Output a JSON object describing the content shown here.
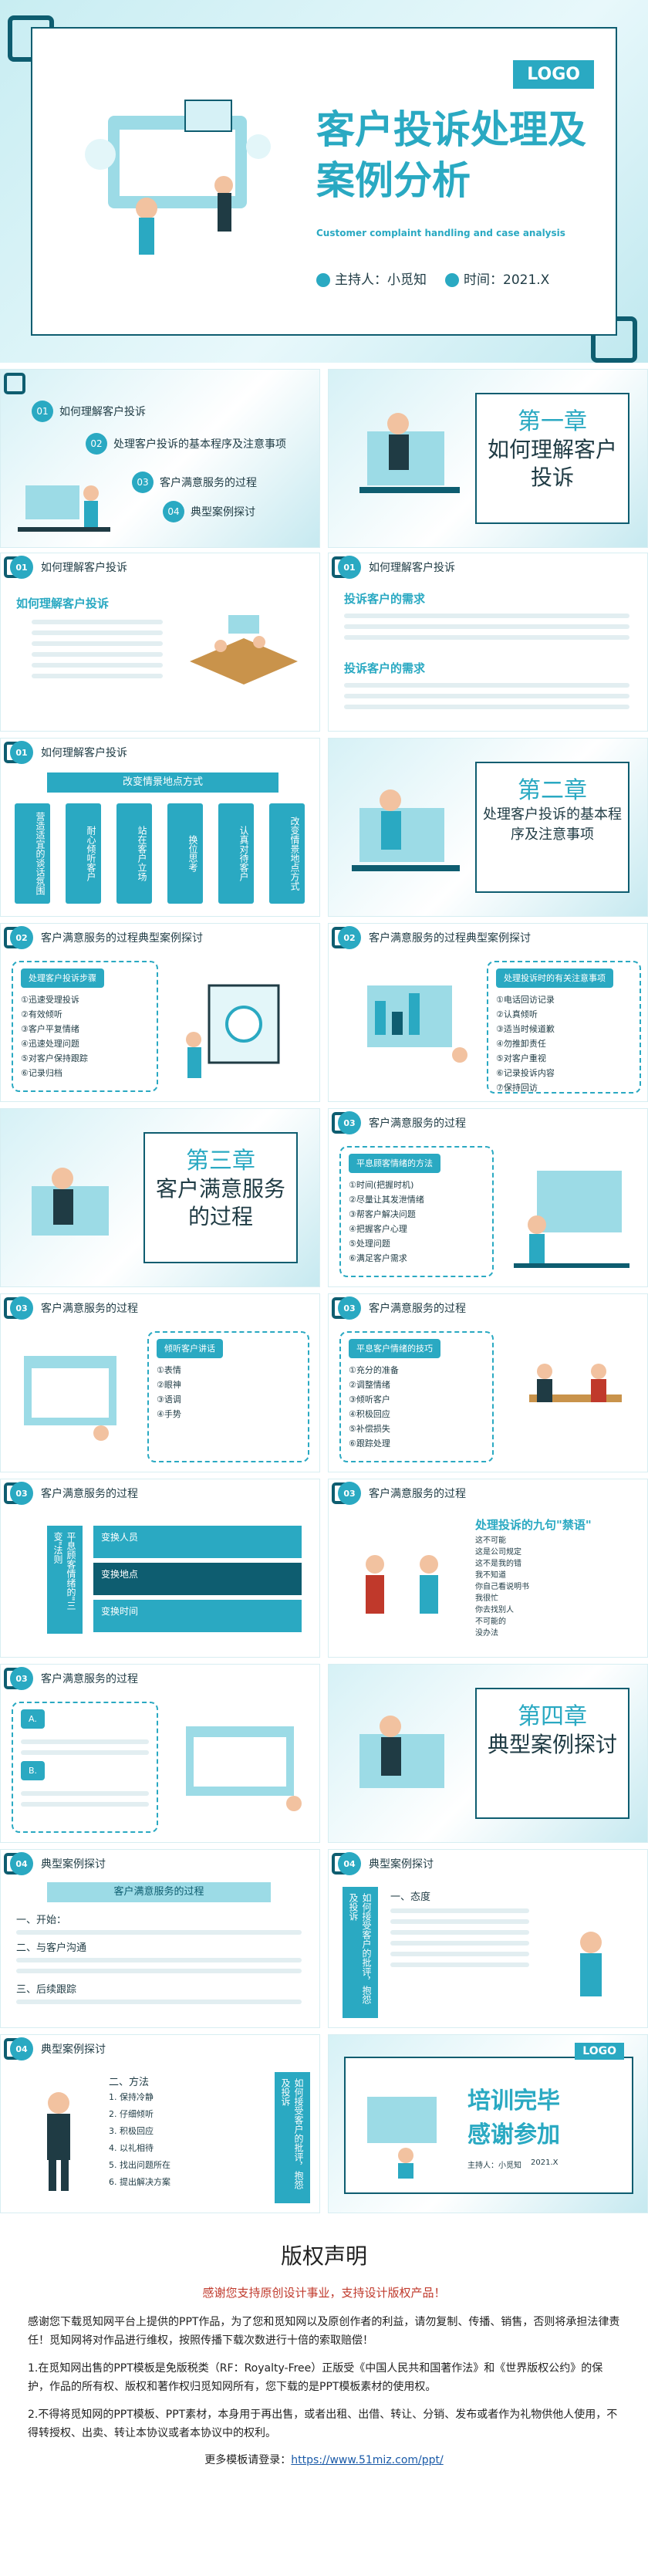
{
  "hero": {
    "logo": "LOGO",
    "title": "客户投诉处理及案例分析",
    "subtitle": "Customer complaint handling and case analysis",
    "presenter": "主持人：小觅知",
    "time": "时间：2021.X"
  },
  "agenda": {
    "items": [
      "如何理解客户投诉",
      "处理客户投诉的基本程序及注意事项",
      "客户满意服务的过程",
      "典型案例探讨"
    ],
    "nums": [
      "01",
      "02",
      "03",
      "04"
    ]
  },
  "ch1": {
    "no": "第一章",
    "name": "如何理解客户投诉"
  },
  "ch2": {
    "no": "第二章",
    "name": "处理客户投诉的基本程序及注意事项"
  },
  "ch3": {
    "no": "第三章",
    "name": "客户满意服务的过程"
  },
  "ch4": {
    "no": "第四章",
    "name": "典型案例探讨"
  },
  "s_understand": {
    "num": "01",
    "title": "如何理解客户投诉",
    "heading": "如何理解客户投诉",
    "a_heading": "投诉客户的需求",
    "b_heading": "投诉客户的需求"
  },
  "s_steps": {
    "num": "01",
    "title": "如何理解客户投诉",
    "banner": "改变情景地点方式",
    "cards": [
      "营造适宜的谈话氛围",
      "耐心倾听客户",
      "站在客户立场",
      "换位思考",
      "认真对待客户",
      "改变情景地点方式"
    ]
  },
  "s_proc1": {
    "num": "02",
    "title": "客户满意服务的过程典型案例探讨",
    "pill": "处理客户投诉步骤",
    "items": [
      "①迅速受理投诉",
      "②有效倾听",
      "③客户平复情绪",
      "④迅速处理问题",
      "⑤对客户保持跟踪",
      "⑥记录归档"
    ]
  },
  "s_proc2": {
    "num": "02",
    "title": "客户满意服务的过程典型案例探讨",
    "pill": "处理投诉时的有关注意事项",
    "items": [
      "①电话回访记录",
      "②认真倾听",
      "③适当时候道歉",
      "④勿推卸责任",
      "⑤对客户重视",
      "⑥记录投诉内容",
      "⑦保持回访"
    ]
  },
  "s_satis1": {
    "num": "03",
    "title": "客户满意服务的过程",
    "pill": "平息顾客情绪的方法",
    "items": [
      "①时间(把握时机)",
      "②尽量让其发泄情绪",
      "③帮客户解决问题",
      "④把握客户心理",
      "⑤处理问题",
      "⑥满足客户需求"
    ]
  },
  "s_satis2": {
    "num": "03",
    "title": "客户满意服务的过程",
    "pill": "倾听客户讲话",
    "items": [
      "①表情",
      "②眼神",
      "③语调",
      "④手势"
    ]
  },
  "s_satis3": {
    "num": "03",
    "title": "客户满意服务的过程",
    "pill": "平息客户情绪的技巧",
    "items": [
      "①充分的准备",
      "②调整情绪",
      "③倾听客户",
      "④积极回应",
      "⑤补偿损失",
      "⑥跟踪处理"
    ]
  },
  "s_satis4": {
    "num": "03",
    "title": "客户满意服务的过程",
    "side": "平息顾客情绪的\"三变\"法则",
    "rows": [
      "变换人员",
      "变换地点",
      "变换时间"
    ]
  },
  "s_satis5": {
    "num": "03",
    "title": "客户满意服务的过程",
    "heading": "处理投诉的九句\"禁语\"",
    "items": [
      "这不可能",
      "这是公司规定",
      "这不是我的错",
      "我不知道",
      "你自己看说明书",
      "我很忙",
      "你去找别人",
      "不可能的",
      "没办法"
    ]
  },
  "s_satis6": {
    "num": "03",
    "title": "客户满意服务的过程",
    "a": "A.",
    "b": "B."
  },
  "s_case1": {
    "num": "04",
    "title": "典型案例探讨",
    "banner": "客户满意服务的过程",
    "p1": "一、开始：",
    "p2": "二、与客户沟通",
    "p3": "三、后续跟踪"
  },
  "s_case2": {
    "num": "04",
    "title": "典型案例探讨",
    "side": "如何接受客户的批评，抱怨及投诉",
    "sect": "一、态度"
  },
  "s_case3": {
    "num": "04",
    "title": "典型案例探讨",
    "side": "如何接受客户的批评，抱怨及投诉",
    "sect": "二、方法",
    "items": [
      "1. 保持冷静",
      "2. 仔细倾听",
      "3. 积极回应",
      "4. 以礼相待",
      "5. 找出问题所在",
      "6. 提出解决方案"
    ]
  },
  "end": {
    "logo": "LOGO",
    "line1": "培训完毕",
    "line2": "感谢参加",
    "presenter": "主持人：小觅知",
    "time": "2021.X"
  },
  "copyright": {
    "title": "版权声明",
    "tagline": "感谢您支持原创设计事业，支持设计版权产品！",
    "p1": "感谢您下载觅知网平台上提供的PPT作品，为了您和觅知网以及原创作者的利益，请勿复制、传播、销售，否则将承担法律责任！觅知网将对作品进行维权，按照传播下载次数进行十倍的索取赔偿！",
    "p2": "1.在觅知网出售的PPT模板是免版税类（RF：Royalty-Free）正版受《中国人民共和国著作法》和《世界版权公约》的保护，作品的所有权、版权和著作权归觅知网所有，您下载的是PPT模板素材的使用权。",
    "p3": "2.不得将觅知网的PPT模板、PPT素材，本身用于再出售，或者出租、出借、转让、分销、发布或者作为礼物供他人使用，不得转授权、出卖、转让本协议或者本协议中的权利。",
    "link_prefix": "更多模板请登录：",
    "link": "https://www.51miz.com/ppt/"
  },
  "colors": {
    "accent": "#2aa9c2",
    "dark": "#0e5d70",
    "light": "#c8edf2"
  }
}
